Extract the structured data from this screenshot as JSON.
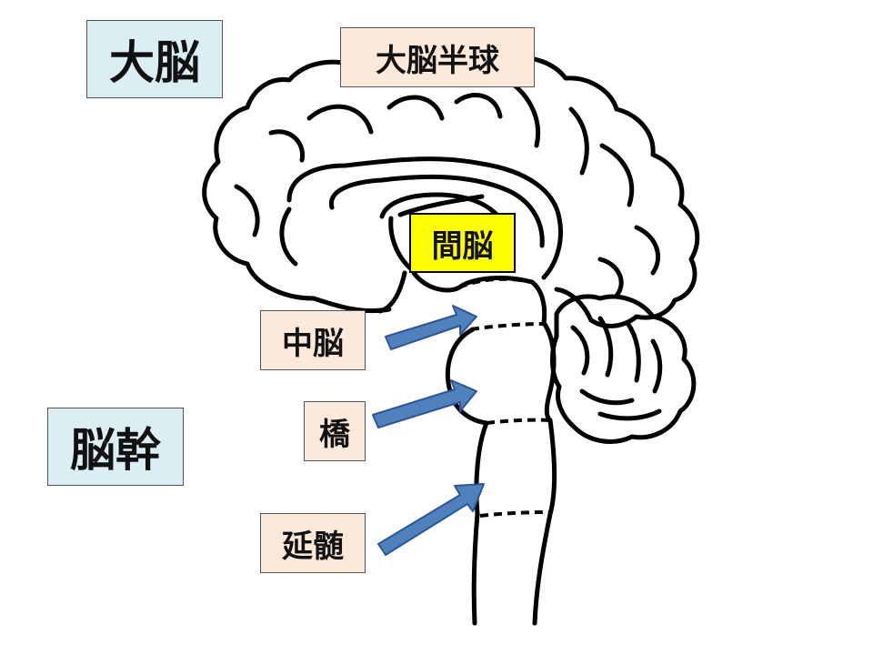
{
  "labels": {
    "cerebrum": "大脳",
    "cerebral_hemisphere": "大脳半球",
    "diencephalon": "間脳",
    "midbrain": "中脳",
    "pons": "橋",
    "medulla": "延髄",
    "brainstem": "脳幹"
  },
  "colors": {
    "group_label_bg": "#dbeef4",
    "part_label_bg": "#fde9d9",
    "highlight_label_bg": "#ffff00",
    "arrow": "#4f81bd",
    "outline": "#000000"
  }
}
